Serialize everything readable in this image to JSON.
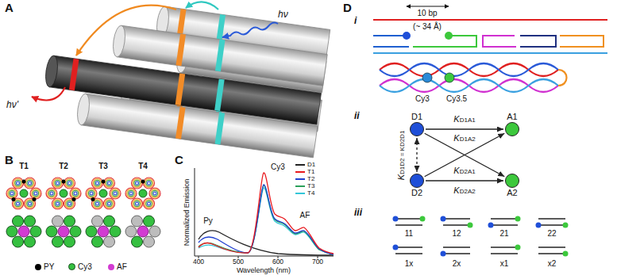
{
  "diagram": {
    "nodes": [
      {
        "text": [
          "D1"
        ]
      },
      {
        "text": [
          "A1"
        ]
      },
      {
        "text": [
          "D2"
        ]
      },
      {
        "text": [
          "A2"
        ]
      }
    ],
    "edges": [
      {
        "from": 0,
        "to": 1,
        "arrow": "to",
        "label": "KD1A1"
      },
      {
        "from": 0,
        "to": 3,
        "arrow": "to",
        "label": "KD1A2"
      },
      {
        "from": 2,
        "to": 1,
        "arrow": "to",
        "label": "KD2A1"
      },
      {
        "from": 2,
        "to": 3,
        "arrow": "to",
        "label": "KD2A2"
      },
      {
        "from": 0,
        "to": 2,
        "arrow": "both",
        "label": "KD1D2 = KD2D1"
      }
    ],
    "labels": [
      "A",
      "hν",
      "hν'",
      "B",
      "T1",
      "T2",
      "T3",
      "T4",
      "C",
      "Normalized Emission",
      "Wavelength (nm)",
      "400",
      "500",
      "600",
      "700",
      "Py",
      "Cy3",
      "AF",
      "D",
      "i",
      "10 bp",
      "(~ 34 Å)",
      "Cy3",
      "Cy3.5",
      "ii",
      "iii",
      "11",
      "12",
      "21",
      "22",
      "1x",
      "2x",
      "x1",
      "x2"
    ],
    "legend": [
      {
        "text": "PY",
        "color": "#000000"
      },
      {
        "text": "Cy3",
        "color": "#35c040"
      },
      {
        "text": "AF",
        "color": "#d23bd2"
      },
      {
        "text": "D1",
        "color": "#222222"
      },
      {
        "text": "T1",
        "color": "#e8191e"
      },
      {
        "text": "T2",
        "color": "#2040d0"
      },
      {
        "text": "T3",
        "color": "#2ca05a"
      },
      {
        "text": "T4",
        "color": "#33c6d8"
      }
    ]
  }
}
